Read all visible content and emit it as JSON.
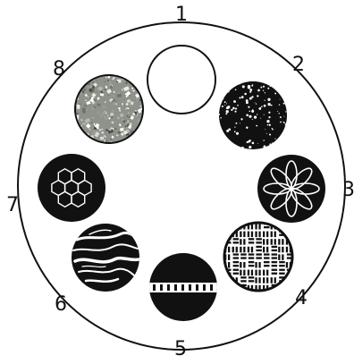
{
  "slot_labels": [
    "1",
    "2",
    "3",
    "4",
    "5",
    "6",
    "7",
    "8"
  ],
  "slots": [
    {
      "label": "1",
      "pattern": "open"
    },
    {
      "label": "2",
      "pattern": "starfield"
    },
    {
      "label": "3",
      "pattern": "flower"
    },
    {
      "label": "4",
      "pattern": "tiles"
    },
    {
      "label": "5",
      "pattern": "band"
    },
    {
      "label": "6",
      "pattern": "swirl"
    },
    {
      "label": "7",
      "pattern": "hexagons"
    },
    {
      "label": "8",
      "pattern": "glitter"
    }
  ],
  "colors": {
    "ink": "#111111",
    "paper": "#ffffff",
    "glitter": "#8e928a"
  }
}
